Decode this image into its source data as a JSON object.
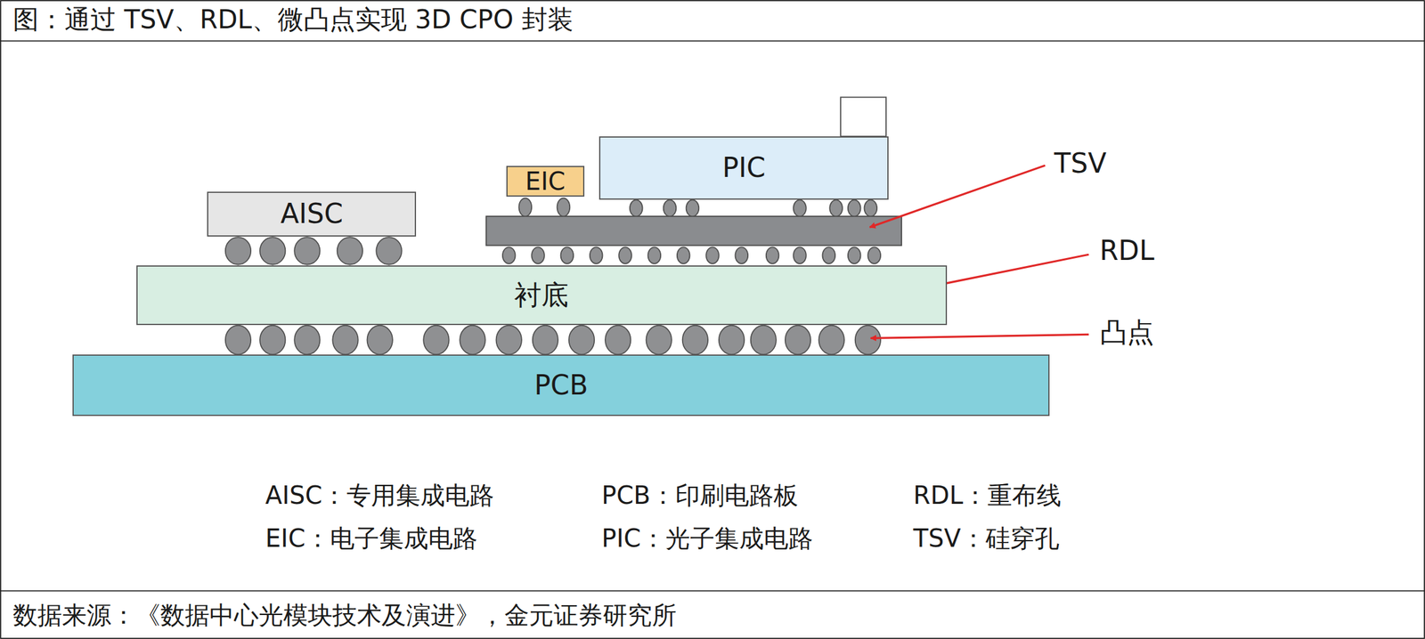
{
  "diagram": {
    "title": "图：通过 TSV、RDL、微凸点实现 3D CPO 封装",
    "caption": "数据来源：《数据中心光模块技术及演进》，金元证券研究所",
    "nodes": [
      {
        "text": [
          "AISC"
        ]
      },
      {
        "text": [
          "EIC"
        ]
      },
      {
        "text": [
          "PIC"
        ]
      },
      {
        "text": [
          "衬底"
        ]
      },
      {
        "text": [
          "PCB"
        ]
      }
    ],
    "labels": [
      "TSV",
      "RDL",
      "凸点",
      "AISC：专用集成电路",
      "PCB：印刷电路板",
      "RDL：重布线",
      "EIC：电子集成电路",
      "PIC：光子集成电路",
      "TSV：硅穿孔"
    ]
  }
}
